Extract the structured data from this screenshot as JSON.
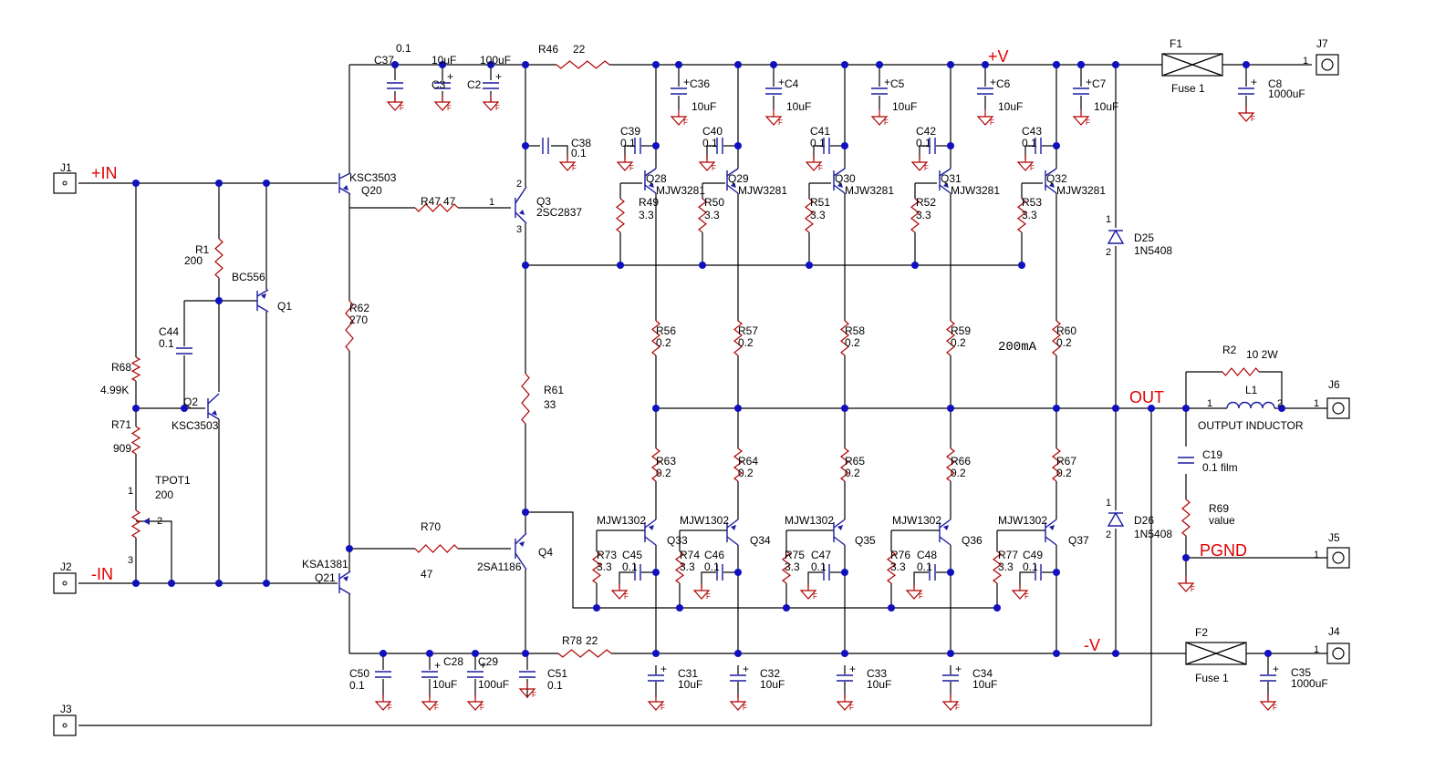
{
  "nets": {
    "pin": "+IN",
    "nin": "-IN",
    "vpos": "+V",
    "vneg": "-V",
    "out": "OUT",
    "pgnd": "PGND"
  },
  "bias_note": "200mA",
  "connectors": {
    "J1": {
      "ref": "J1",
      "pin": "",
      "net": "+IN"
    },
    "J2": {
      "ref": "J2",
      "pin": "",
      "net": "-IN"
    },
    "J3": {
      "ref": "J3",
      "pin": ""
    },
    "J7": {
      "ref": "J7",
      "pin": "1"
    },
    "J6": {
      "ref": "J6",
      "pin": "1"
    },
    "J5": {
      "ref": "J5",
      "pin": "1"
    },
    "J4": {
      "ref": "J4",
      "pin": "1"
    }
  },
  "input_stage": {
    "R1": {
      "ref": "R1",
      "value": "200"
    },
    "Q1": {
      "ref": "Q1",
      "part": "BC556"
    },
    "C44": {
      "ref": "C44",
      "value": "0.1"
    },
    "R68": {
      "ref": "R68",
      "value": "4.99K"
    },
    "Q2": {
      "ref": "Q2",
      "part": "KSC3503"
    },
    "R71": {
      "ref": "R71",
      "value": "909"
    },
    "TPOT1": {
      "ref": "TPOT1",
      "value": "200",
      "pin1": "1",
      "pin2": "2",
      "pin3": "3"
    },
    "Q20": {
      "ref": "Q20",
      "part": "KSC3503"
    },
    "Q21": {
      "ref": "Q21",
      "part": "KSA1381"
    },
    "R62": {
      "ref": "R62",
      "value": "270"
    },
    "R47": {
      "ref": "R47",
      "value": "47",
      "pin": "1"
    },
    "R70": {
      "ref": "R70",
      "value": "47"
    },
    "Q3": {
      "ref": "Q3",
      "part": "2SC2837",
      "pin2": "2",
      "pin3": "3"
    },
    "Q4": {
      "ref": "Q4",
      "part": "2SA1186"
    },
    "R61": {
      "ref": "R61",
      "value": "33"
    },
    "R46": {
      "ref": "R46",
      "value": "22"
    },
    "R78": {
      "ref": "R78",
      "value": "22"
    },
    "C37": {
      "ref": "C37",
      "value": "0.1"
    },
    "C3": {
      "ref": "C3",
      "value": "10uF"
    },
    "C2": {
      "ref": "C2",
      "value": "100uF"
    },
    "C38": {
      "ref": "C38",
      "value": "0.1"
    },
    "C50": {
      "ref": "C50",
      "value": "0.1"
    },
    "C28": {
      "ref": "C28",
      "value": "10uF"
    },
    "C29": {
      "ref": "C29",
      "value": "100uF"
    },
    "C51": {
      "ref": "C51",
      "value": "0.1"
    }
  },
  "upper_outputs": [
    {
      "q": "Q28",
      "part": "MJW3281",
      "cb": "C39",
      "cbv": "0.1",
      "rb": "R49",
      "rbv": "3.3",
      "re": "R56",
      "rev": "0.2",
      "cs": "C36",
      "csv": "10uF"
    },
    {
      "q": "Q29",
      "part": "MJW3281",
      "cb": "C40",
      "cbv": "0.1",
      "rb": "R50",
      "rbv": "3.3",
      "re": "R57",
      "rev": "0.2",
      "cs": "C4",
      "csv": "10uF"
    },
    {
      "q": "Q30",
      "part": "MJW3281",
      "cb": "C41",
      "cbv": "0.1",
      "rb": "R51",
      "rbv": "3.3",
      "re": "R58",
      "rev": "0.2",
      "cs": "C5",
      "csv": "10uF"
    },
    {
      "q": "Q31",
      "part": "MJW3281",
      "cb": "C42",
      "cbv": "0.1",
      "rb": "R52",
      "rbv": "3.3",
      "re": "R59",
      "rev": "0.2",
      "cs": "C6",
      "csv": "10uF"
    },
    {
      "q": "Q32",
      "part": "MJW3281",
      "cb": "C43",
      "cbv": "0.1",
      "rb": "R53",
      "rbv": "3.3",
      "re": "R60",
      "rev": "0.2",
      "cs": "C7",
      "csv": "10uF"
    }
  ],
  "lower_outputs": [
    {
      "q": "Q33",
      "part": "MJW1302",
      "cb": "C45",
      "cbv": "0.1",
      "rb": "R73",
      "rbv": "3.3",
      "re": "R63",
      "rev": "0.2",
      "cs": "C31",
      "csv": "10uF"
    },
    {
      "q": "Q34",
      "part": "MJW1302",
      "cb": "C46",
      "cbv": "0.1",
      "rb": "R74",
      "rbv": "3.3",
      "re": "R64",
      "rev": "0.2",
      "cs": "C32",
      "csv": "10uF"
    },
    {
      "q": "Q35",
      "part": "MJW1302",
      "cb": "C47",
      "cbv": "0.1",
      "rb": "R75",
      "rbv": "3.3",
      "re": "R65",
      "rev": "0.2",
      "cs": "C33",
      "csv": "10uF"
    },
    {
      "q": "Q36",
      "part": "MJW1302",
      "cb": "C48",
      "cbv": "0.1",
      "rb": "R76",
      "rbv": "3.3",
      "re": "R66",
      "rev": "0.2",
      "cs": "C34",
      "csv": "10uF"
    },
    {
      "q": "Q37",
      "part": "MJW1302",
      "cb": "C49",
      "cbv": "0.1",
      "rb": "R77",
      "rbv": "3.3",
      "re": "R67",
      "rev": "0.2",
      "cs": "",
      "csv": ""
    }
  ],
  "power": {
    "F1": {
      "ref": "F1",
      "value": "Fuse 1"
    },
    "F2": {
      "ref": "F2",
      "value": "Fuse 1"
    },
    "C8": {
      "ref": "C8",
      "value": "1000uF"
    },
    "C35": {
      "ref": "C35",
      "value": "1000uF"
    },
    "D25": {
      "ref": "D25",
      "part": "1N5408",
      "pin1": "1",
      "pin2": "2"
    },
    "D26": {
      "ref": "D26",
      "part": "1N5408",
      "pin1": "1",
      "pin2": "2"
    }
  },
  "output_network": {
    "R2": {
      "ref": "R2",
      "value": "10 2W"
    },
    "L1": {
      "ref": "L1",
      "name": "OUTPUT INDUCTOR",
      "pin1": "1",
      "pin2": "2"
    },
    "C19": {
      "ref": "C19",
      "value": "0.1 film"
    },
    "R69": {
      "ref": "R69",
      "value": "value"
    }
  },
  "gnd_mark": "F",
  "cap_plus": "+"
}
